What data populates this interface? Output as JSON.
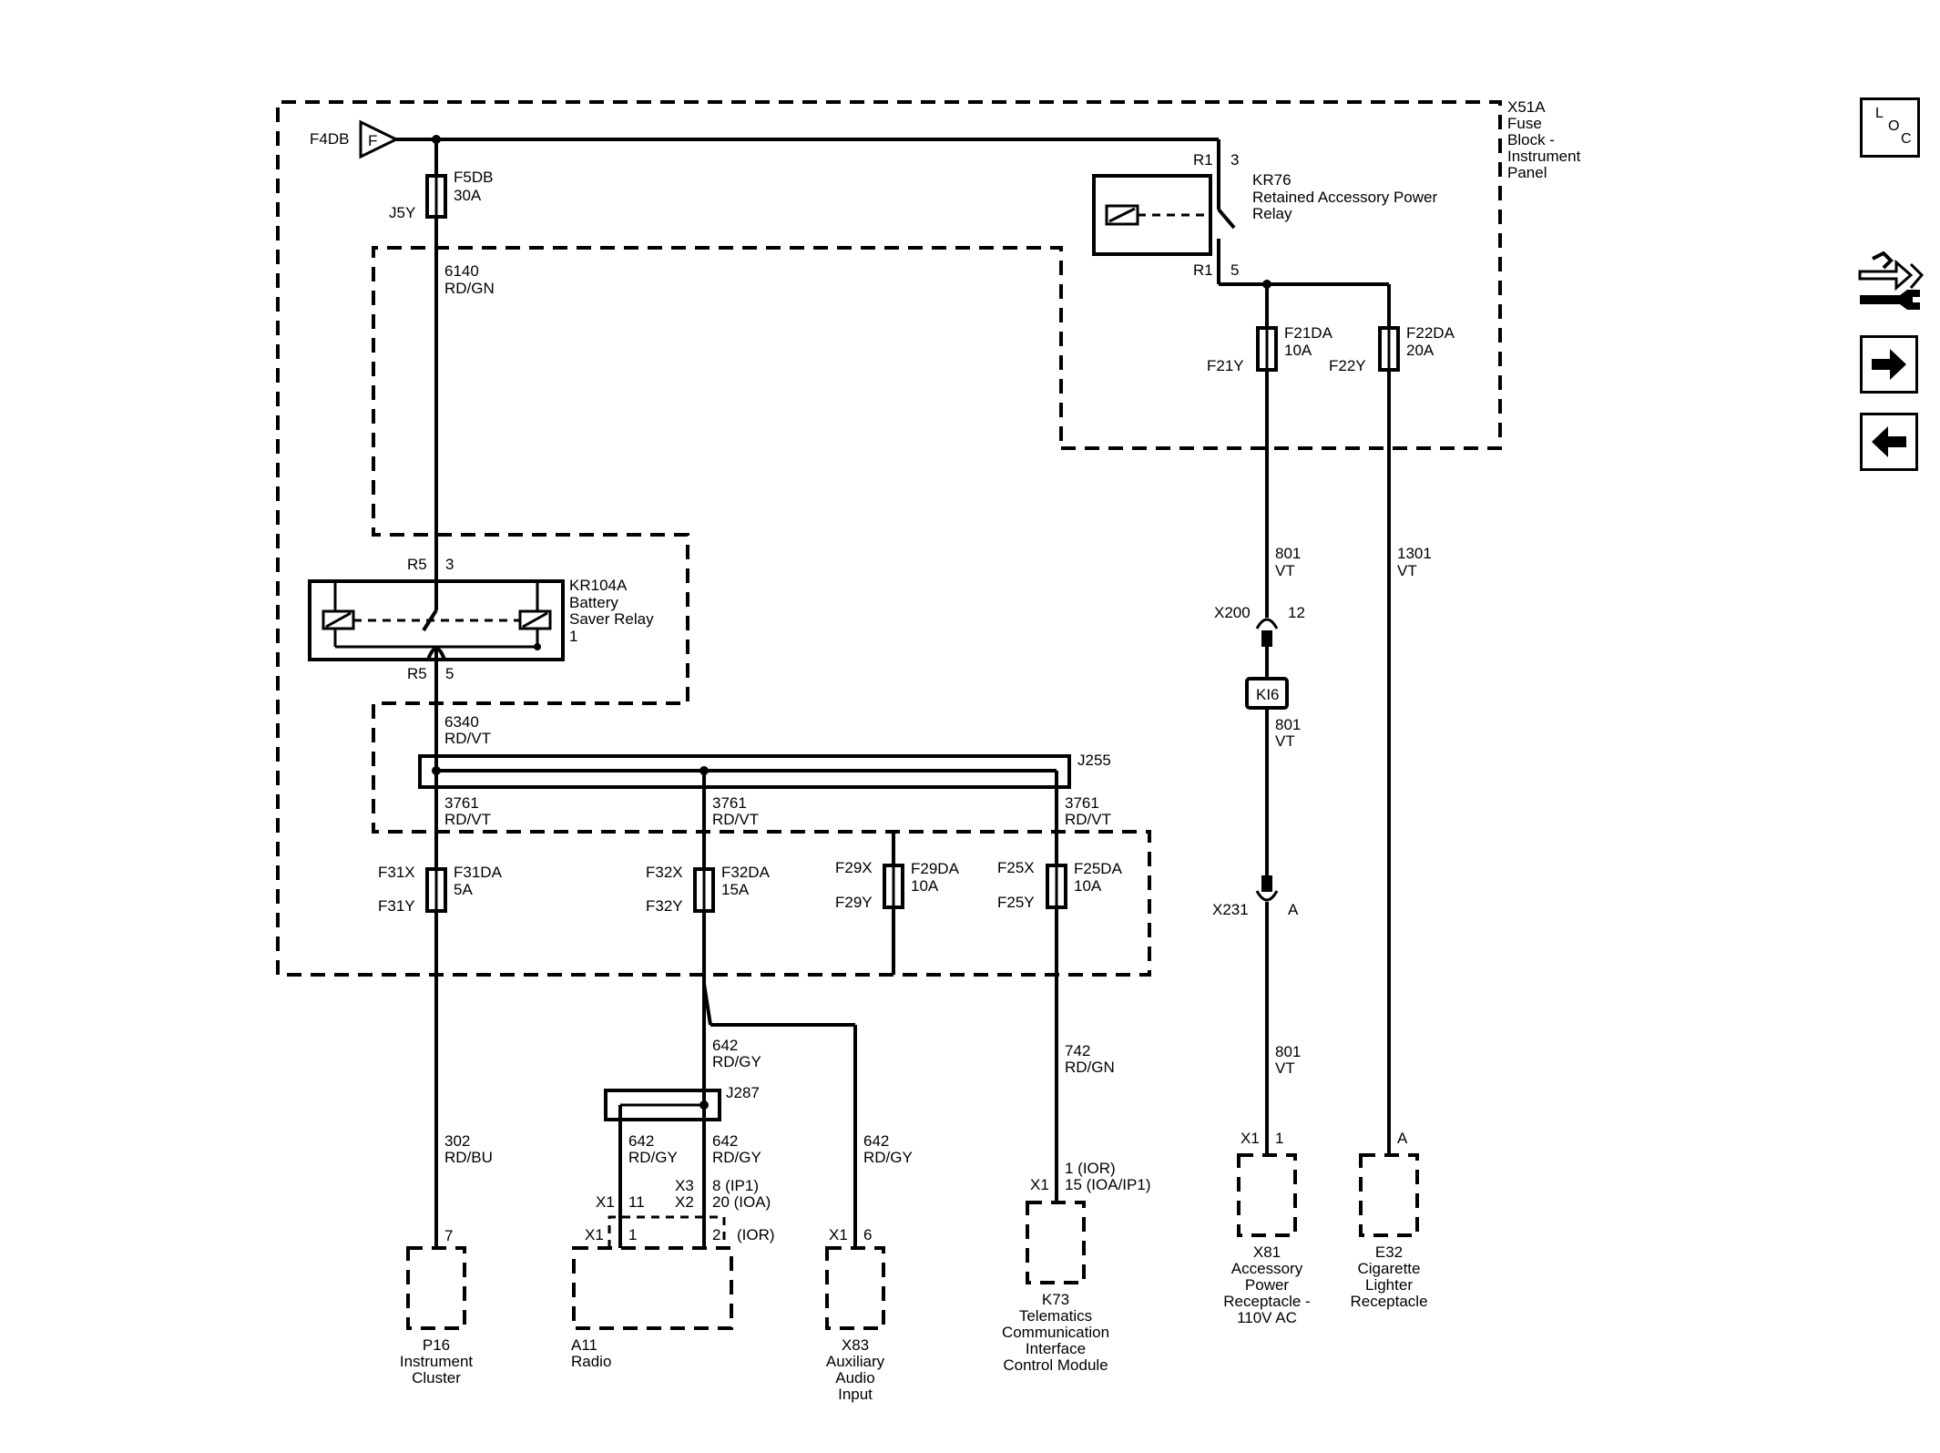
{
  "fuse_block": {
    "name": "X51A",
    "line1": "Fuse",
    "line2": "Block -",
    "line3": "Instrument",
    "line4": "Panel"
  },
  "feed": {
    "label": "F4DB",
    "symbol": "F"
  },
  "fuse_f5db": {
    "name": "F5DB",
    "rating": "30A",
    "pin": "J5Y"
  },
  "wire_6140": {
    "circuit": "6140",
    "color": "RD/GN"
  },
  "relay_kr76": {
    "name": "KR76",
    "line1": "Retained Accessory Power",
    "line2": "Relay",
    "pin_in_conn": "R1",
    "pin_in_num": "3",
    "pin_out_conn": "R1",
    "pin_out_num": "5"
  },
  "fuse_f21da": {
    "name": "F21DA",
    "rating": "10A",
    "pin": "F21Y"
  },
  "fuse_f22da": {
    "name": "F22DA",
    "rating": "20A",
    "pin": "F22Y"
  },
  "relay_kr104a": {
    "name": "KR104A",
    "line1": "Battery",
    "line2": "Saver Relay",
    "line3": "1",
    "pin_in_conn": "R5",
    "pin_in_num": "3",
    "pin_out_conn": "R5",
    "pin_out_num": "5"
  },
  "wire_6340": {
    "circuit": "6340",
    "color": "RD/VT"
  },
  "splice_j255": {
    "name": "J255"
  },
  "wire_3761": {
    "circuit": "3761",
    "color": "RD/VT"
  },
  "fuse_f31da": {
    "name": "F31DA",
    "rating": "5A",
    "pin_x": "F31X",
    "pin_y": "F31Y"
  },
  "fuse_f32da": {
    "name": "F32DA",
    "rating": "15A",
    "pin_x": "F32X",
    "pin_y": "F32Y"
  },
  "fuse_f29da": {
    "name": "F29DA",
    "rating": "10A",
    "pin_x": "F29X",
    "pin_y": "F29Y"
  },
  "fuse_f25da": {
    "name": "F25DA",
    "rating": "10A",
    "pin_x": "F25X",
    "pin_y": "F25Y"
  },
  "wire_801": {
    "circuit": "801",
    "color": "VT"
  },
  "wire_1301": {
    "circuit": "1301",
    "color": "VT"
  },
  "conn_x200": {
    "name": "X200",
    "pin": "12"
  },
  "inline_ki6": {
    "name": "KI6"
  },
  "conn_x231": {
    "name": "X231",
    "pin": "A"
  },
  "wire_642": {
    "circuit": "642",
    "color": "RD/GY"
  },
  "wire_742": {
    "circuit": "742",
    "color": "RD/GN"
  },
  "wire_302": {
    "circuit": "302",
    "color": "RD/BU"
  },
  "splice_j287": {
    "name": "J287"
  },
  "conn_a11": {
    "x1": "X1",
    "pin_x1_a": "11",
    "x3": "X3",
    "x2": "X2",
    "pin_b1": "8 (IP1)",
    "pin_b2": "20  (IOA)",
    "x1_b": "X1",
    "pin_1": "1",
    "pin_2": "2",
    "ior": "(IOR)"
  },
  "conn_k73": {
    "pin1": "1 (IOR)",
    "x1": "X1",
    "pin2": "15 (IOA/IP1)"
  },
  "conn_x83": {
    "x1": "X1",
    "pin": "6"
  },
  "conn_p16": {
    "pin": "7"
  },
  "conn_x81": {
    "x1": "X1",
    "pin": "1"
  },
  "conn_e32": {
    "pin": "A"
  },
  "comp_p16": {
    "line1": "P16",
    "line2": "Instrument",
    "line3": "Cluster"
  },
  "comp_a11": {
    "line1": "A11",
    "line2": "Radio"
  },
  "comp_x83": {
    "line1": "X83",
    "line2": "Auxiliary",
    "line3": "Audio",
    "line4": "Input"
  },
  "comp_k73": {
    "line1": "K73",
    "line2": "Telematics",
    "line3": "Communication",
    "line4": "Interface",
    "line5": "Control Module"
  },
  "comp_x81": {
    "line1": "X81",
    "line2": "Accessory",
    "line3": "Power",
    "line4": "Receptacle -",
    "line5": "110V AC"
  },
  "comp_e32": {
    "line1": "E32",
    "line2": "Cigarette",
    "line3": "Lighter",
    "line4": "Receptacle"
  },
  "nav": {
    "loc_l": "L",
    "loc_o": "O",
    "loc_c": "C",
    "tools_icon": "wrench-exchange-icon",
    "forward_icon": "arrow-right-icon",
    "back_icon": "arrow-left-icon"
  }
}
